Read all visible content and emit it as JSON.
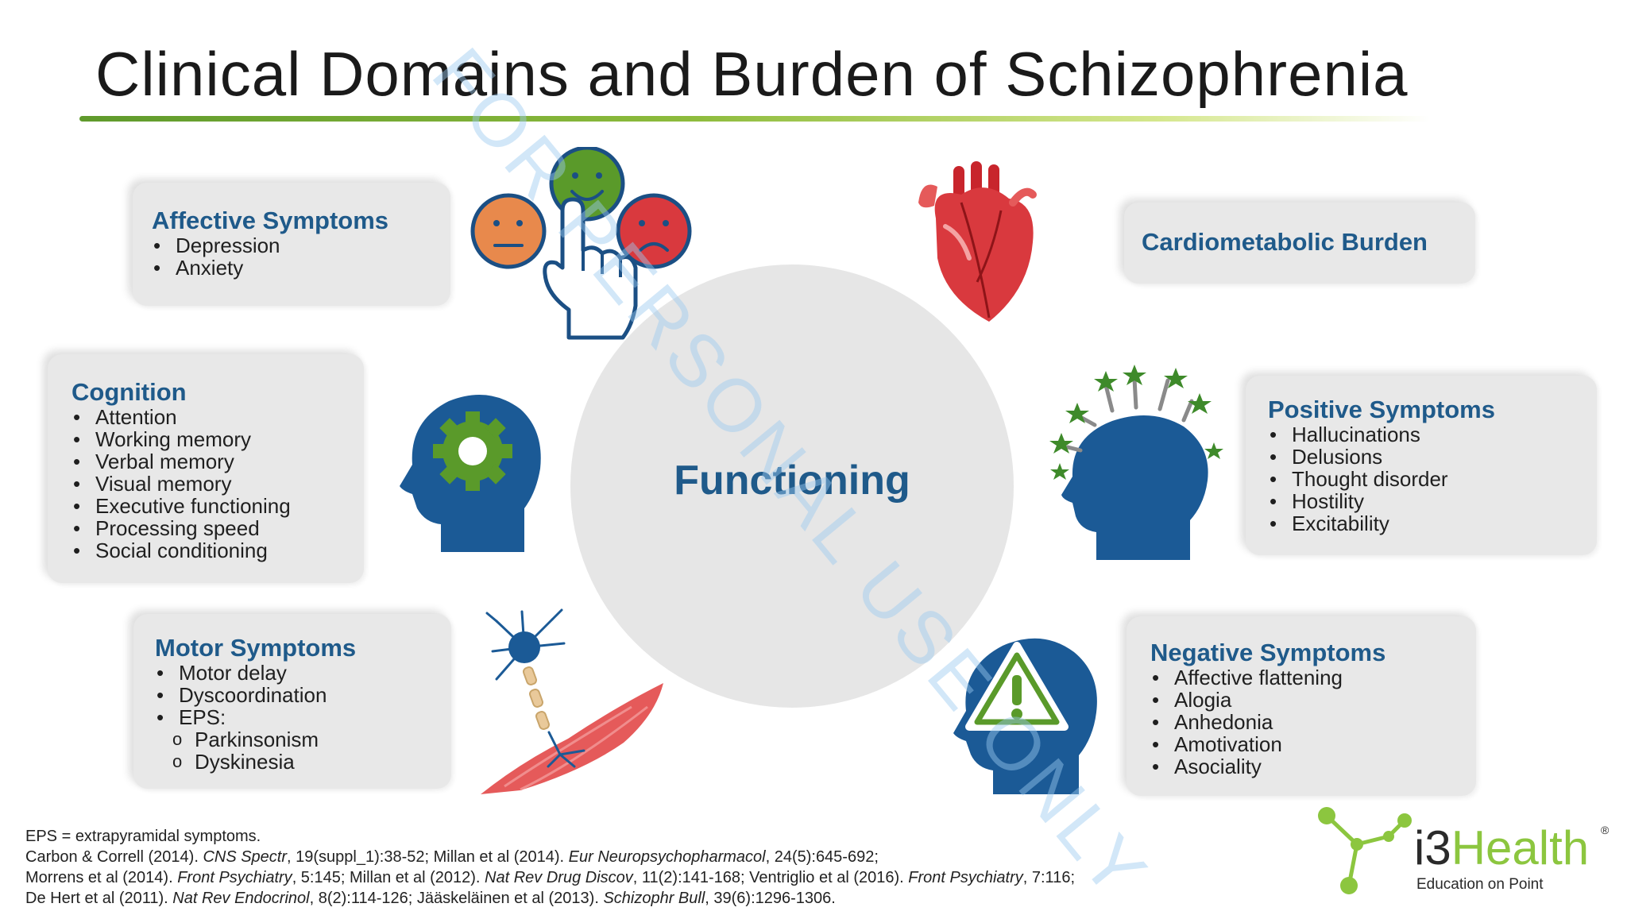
{
  "title": "Clinical Domains and Burden of Schizophrenia",
  "center": "Functioning",
  "cards": {
    "affective": {
      "title": "Affective Symptoms",
      "items": [
        "Depression",
        "Anxiety"
      ]
    },
    "cognition": {
      "title": "Cognition",
      "items": [
        "Attention",
        "Working memory",
        "Verbal memory",
        "Visual memory",
        "Executive functioning",
        "Processing speed",
        "Social conditioning"
      ]
    },
    "motor": {
      "title": "Motor Symptoms",
      "items": [
        "Motor delay",
        "Dyscoordination",
        "EPS:"
      ],
      "subitems": [
        "Parkinsonism",
        "Dyskinesia"
      ]
    },
    "cardio": {
      "title": "Cardiometabolic Burden"
    },
    "positive": {
      "title": "Positive Symptoms",
      "items": [
        "Hallucinations",
        "Delusions",
        "Thought disorder",
        "Hostility",
        "Excitability"
      ]
    },
    "negative": {
      "title": "Negative Symptoms",
      "items": [
        "Affective flattening",
        "Alogia",
        "Anhedonia",
        "Amotivation",
        "Asociality"
      ]
    }
  },
  "footer": {
    "line1": "EPS = extrapyramidal symptoms.",
    "line2": [
      {
        "t": "Carbon & Correll (2014). "
      },
      {
        "t": "CNS Spectr",
        "i": true
      },
      {
        "t": ", 19(suppl_1):38-52; Millan et al (2014). "
      },
      {
        "t": "Eur Neuropsychopharmacol",
        "i": true
      },
      {
        "t": ", 24(5):645-692;"
      }
    ],
    "line3": [
      {
        "t": "Morrens et al (2014). "
      },
      {
        "t": "Front Psychiatry",
        "i": true
      },
      {
        "t": ", 5:145; Millan et al (2012). "
      },
      {
        "t": "Nat Rev Drug Discov",
        "i": true
      },
      {
        "t": ", 11(2):141-168; Ventriglio et al (2016). "
      },
      {
        "t": "Front Psychiatry",
        "i": true
      },
      {
        "t": ", 7:116;"
      }
    ],
    "line4": [
      {
        "t": "De Hert et al (2011). "
      },
      {
        "t": "Nat Rev Endocrinol",
        "i": true
      },
      {
        "t": ", 8(2):114-126; Jääskeläinen et al (2013). "
      },
      {
        "t": "Schizophr Bull",
        "i": true
      },
      {
        "t": ", 39(6):1296-1306."
      }
    ]
  },
  "logo": {
    "brand_prefix": "i3",
    "brand_main": "Health",
    "reg": "®",
    "tagline": "Education on Point"
  },
  "watermark": "FOR PERSONAL USE ONLY",
  "colors": {
    "heading_blue": "#1f5a8a",
    "icon_blue": "#1b5a96",
    "green": "#5a9a2a",
    "card_gray": "#e8e8e8"
  }
}
